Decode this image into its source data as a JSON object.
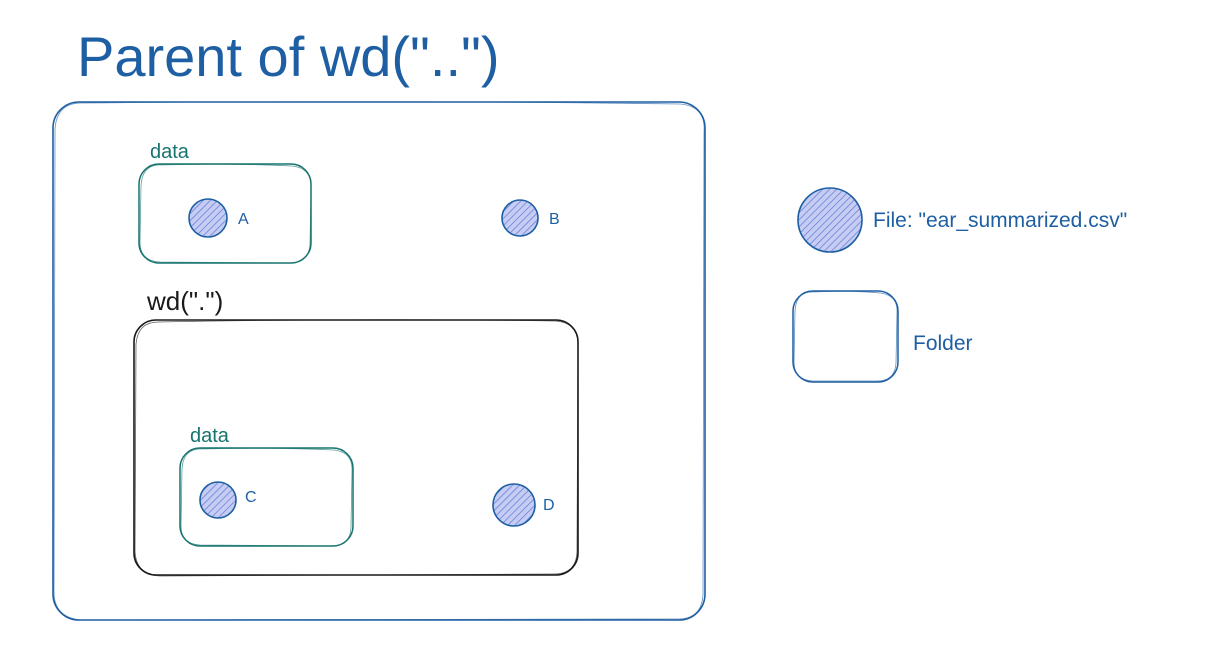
{
  "title": "Parent of wd(\"..\")",
  "parent_folder": {
    "data_folder_label": "data",
    "files": {
      "a": "A",
      "b": "B"
    }
  },
  "working_dir": {
    "label": "wd(\".\")",
    "data_folder_label": "data",
    "files": {
      "c": "C",
      "d": "D"
    }
  },
  "legend": {
    "file_label": "File: \"ear_summarized.csv\"",
    "folder_label": "Folder"
  },
  "colors": {
    "parent_border": "#1e5fa3",
    "data_folder_border": "#16736e",
    "wd_border": "#1a1a1a",
    "file_fill": "#c5cdf2",
    "file_hatch": "#6f80dd",
    "file_stroke": "#1e5fa3",
    "text_blue": "#1e5fa3"
  }
}
